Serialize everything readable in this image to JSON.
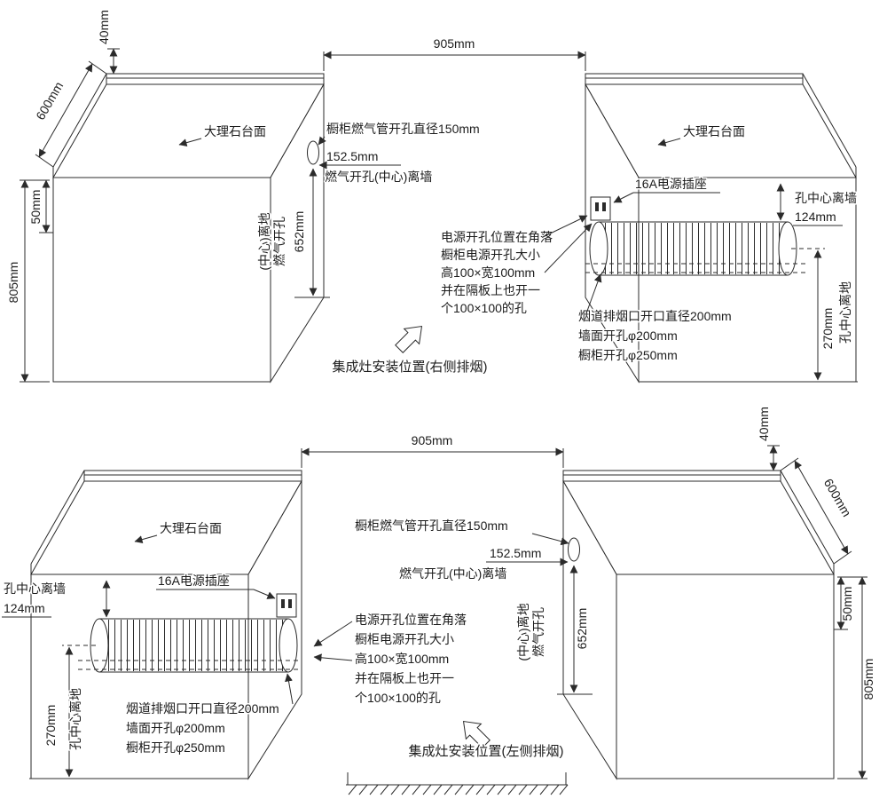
{
  "labels": {
    "marble_top": "大理石台面",
    "socket": "16A电源插座",
    "gas_hole_dia": "橱柜燃气管开孔直径150mm",
    "gas_offset": "152.5mm",
    "gas_from_wall": "燃气开孔(中心)离墙",
    "gas_vert_a": "燃气开孔",
    "gas_vert_b": "(中心)离地",
    "gas_height": "652mm",
    "power_note_1": "电源开孔位置在角落",
    "power_note_2": "橱柜电源开孔大小",
    "power_note_3": "高100×宽100mm",
    "power_note_4": "并在隔板上也开一",
    "power_note_5": "个100×100的孔",
    "flue_note_1": "烟道排烟口开口直径200mm",
    "flue_note_2": "墙面开孔φ200mm",
    "flue_note_3": "橱柜开孔φ250mm",
    "hole_from_wall": "孔中心离墙",
    "hole_from_wall_val": "124mm",
    "hole_from_floor": "孔中心离地",
    "hole_from_floor_val": "270mm",
    "dim_905": "905mm",
    "dim_40": "40mm",
    "dim_600": "600mm",
    "dim_50": "50mm",
    "dim_805": "805mm",
    "caption_right_exhaust": "集成灶安装位置(右侧排烟)",
    "caption_left_exhaust": "集成灶安装位置(左侧排烟)"
  }
}
